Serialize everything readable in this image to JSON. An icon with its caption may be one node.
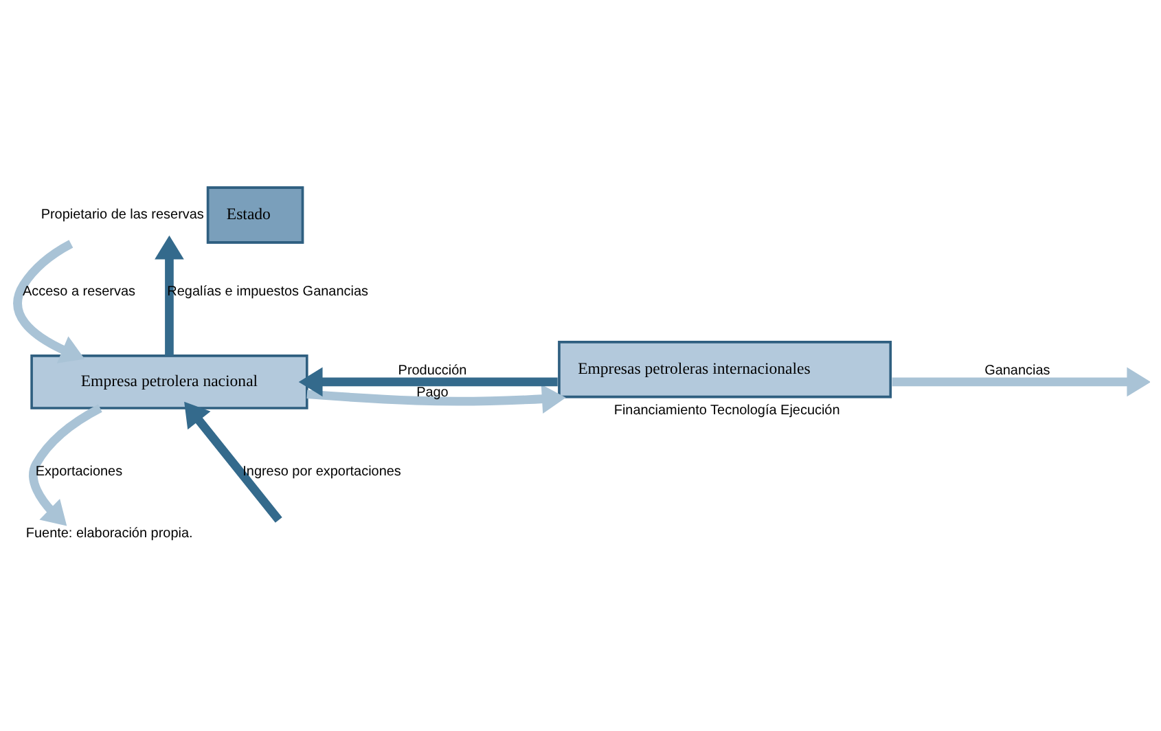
{
  "diagram": {
    "caption": "Fuente: elaboración propia.",
    "nodes": [
      {
        "text": [
          "Estado"
        ],
        "beside": [
          "Propietario de las reservas"
        ]
      },
      {
        "text": [
          "Empresa petrolera nacional"
        ]
      },
      {
        "text": [
          "Empresas petroleras internacionales"
        ],
        "beside": [
          "Financiamiento Tecnología Ejecución"
        ]
      }
    ],
    "edges": [
      {
        "from": 0,
        "to": 1,
        "arrow": "to",
        "label": "Acceso a reservas"
      },
      {
        "from": 1,
        "to": 0,
        "arrow": "to",
        "label": "Regalías e impuestos Ganancias",
        "color": "#346a8c"
      },
      {
        "from": 1,
        "to": 2,
        "arrow": "to",
        "label": "Pago"
      },
      {
        "from": 2,
        "to": 1,
        "arrow": "to",
        "label": "Producción",
        "color": "#346a8c"
      },
      {
        "from": 2,
        "to": null,
        "arrow": "to",
        "label": "Ganancias"
      },
      {
        "from": 1,
        "to": null,
        "arrow": "to",
        "label": "Exportaciones"
      },
      {
        "from": null,
        "to": 1,
        "arrow": "to",
        "label": "Ingreso por exportaciones",
        "color": "#346a8c"
      }
    ]
  }
}
